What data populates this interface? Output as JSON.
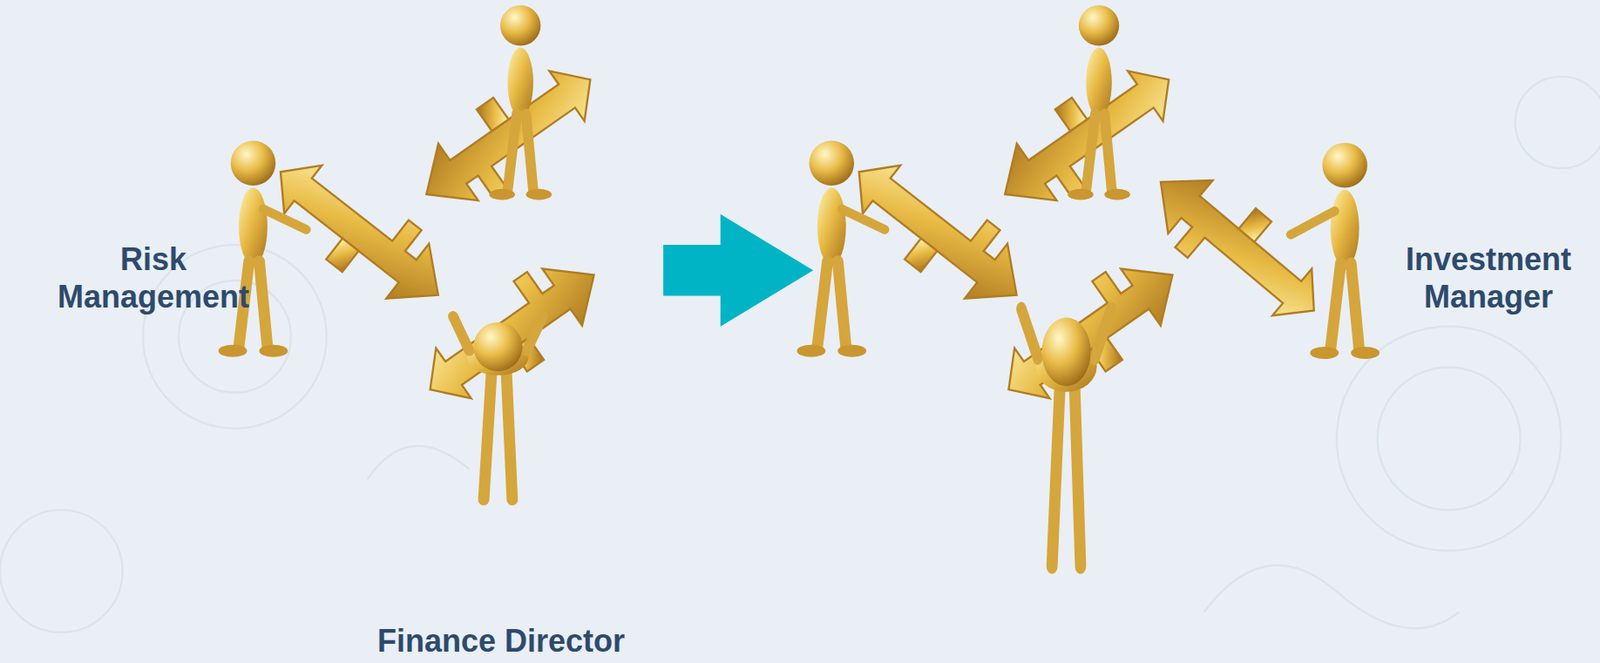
{
  "diagram": {
    "labels": [
      "Risk Management",
      "Investment Manager",
      "Finance Director"
    ]
  }
}
